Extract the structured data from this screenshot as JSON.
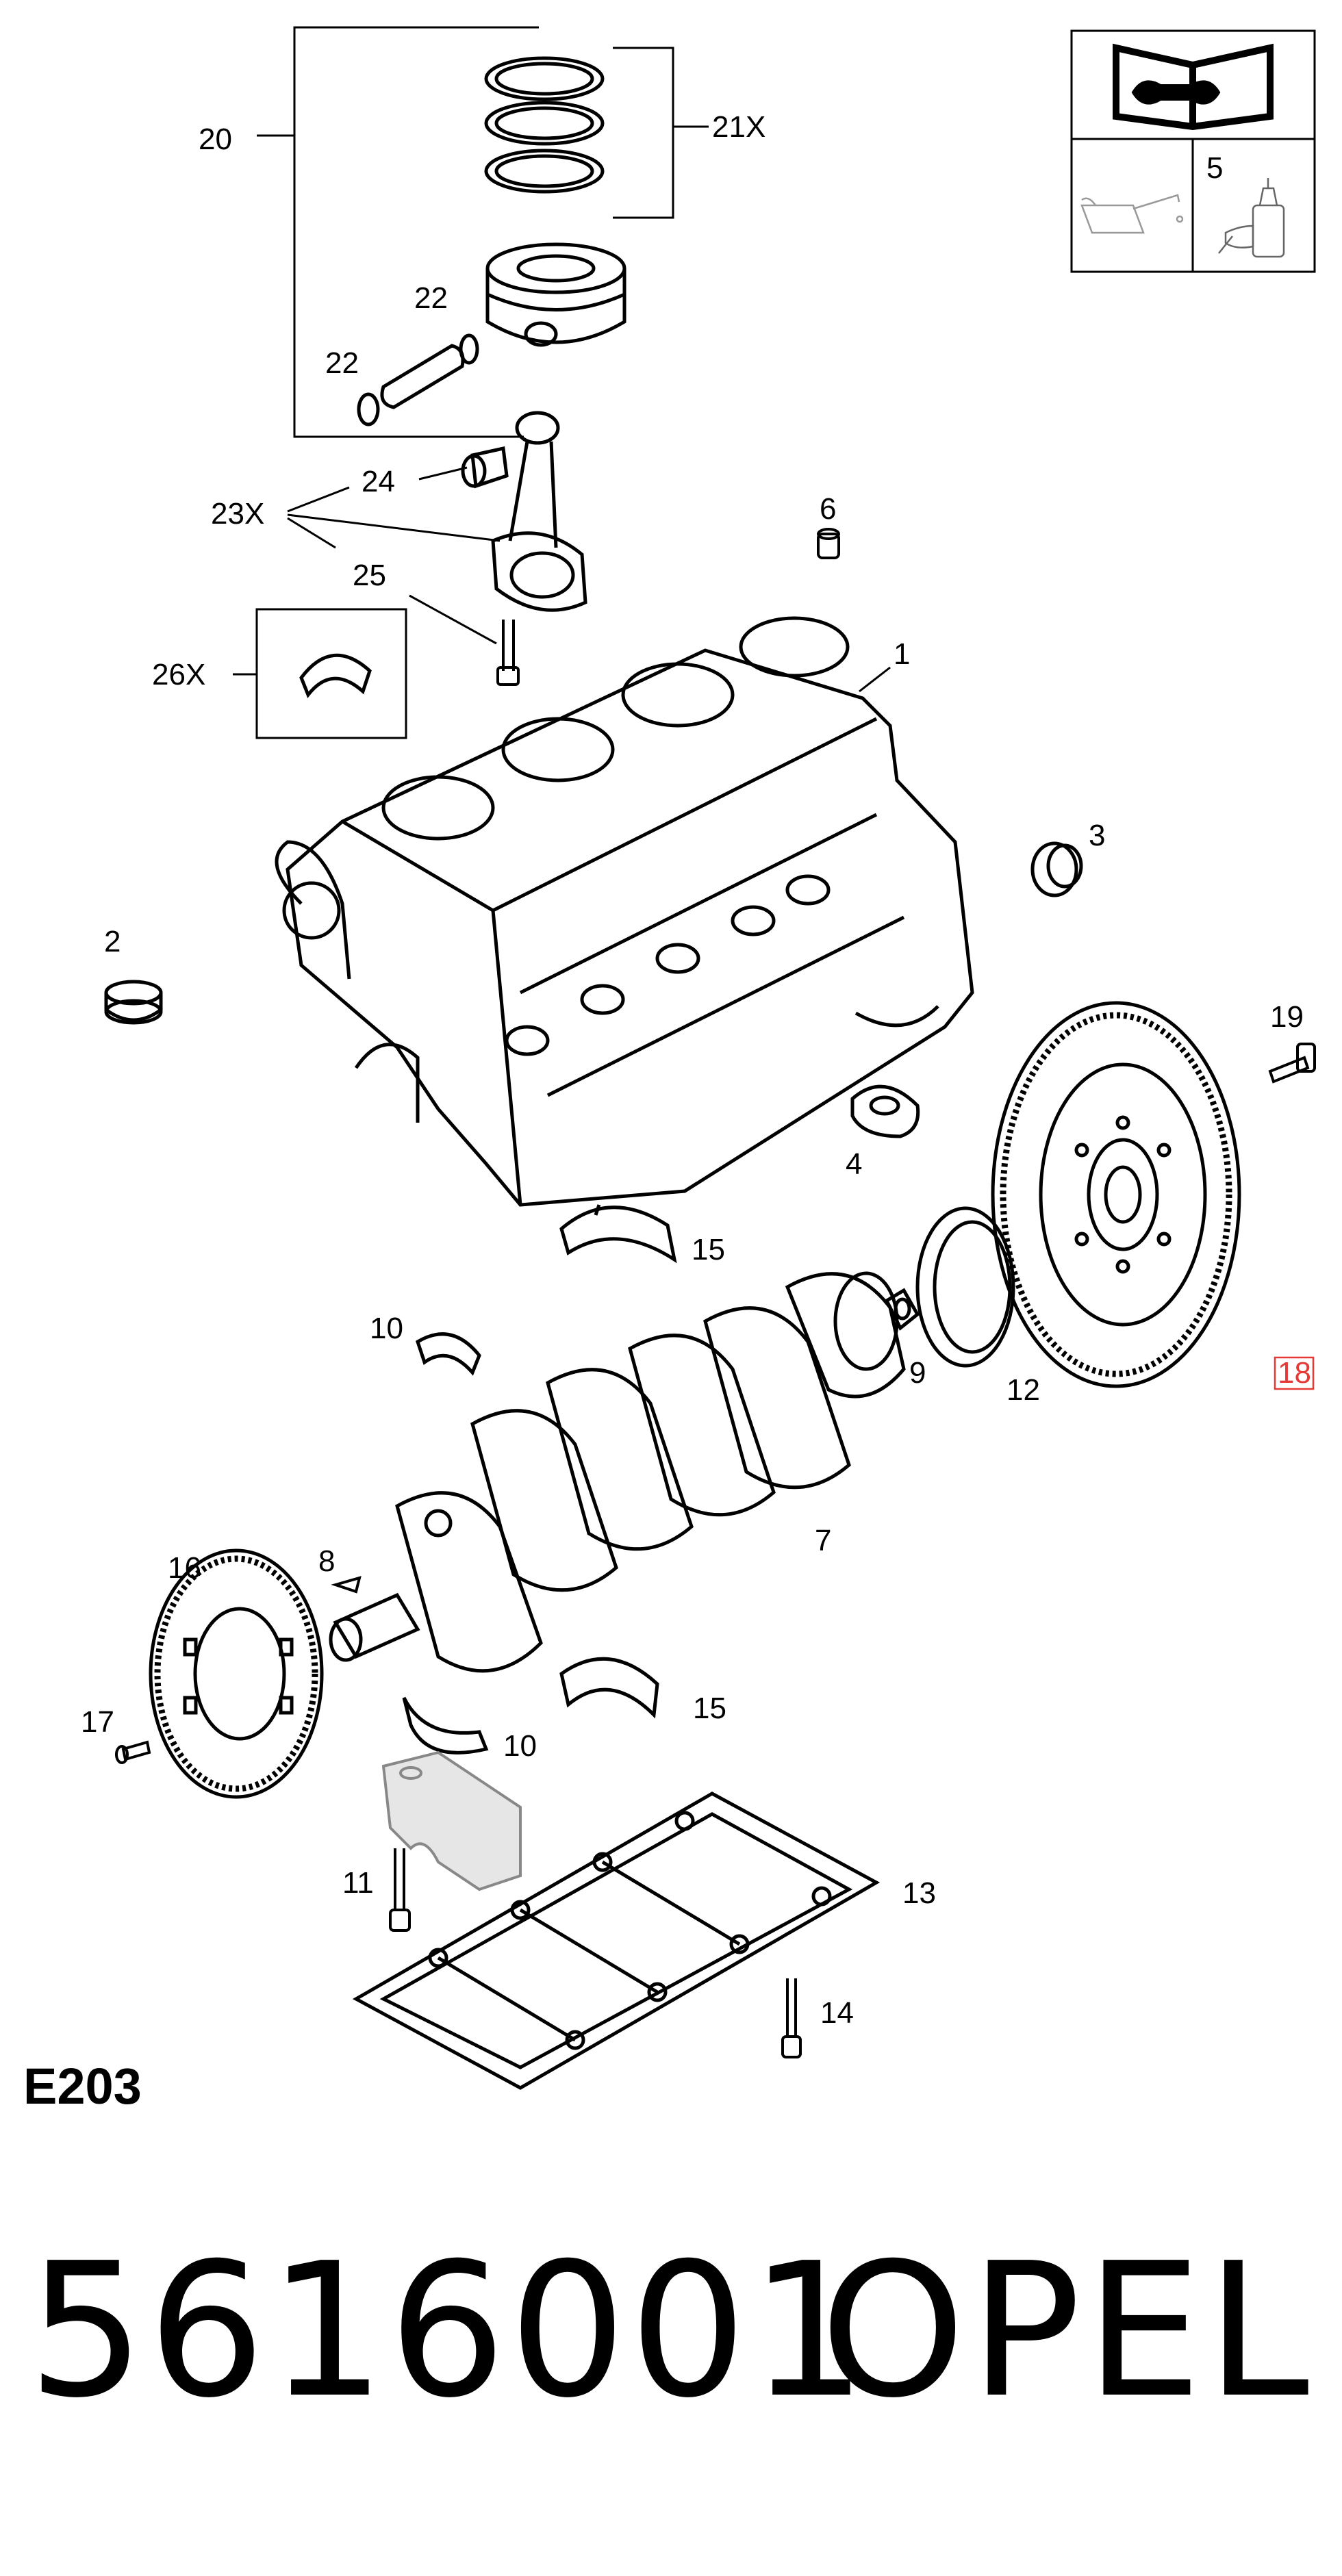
{
  "diagram": {
    "code": "E203",
    "part_number": "5616001",
    "brand": "OPEL",
    "highlighted_callout": "18",
    "legend": {
      "manual_icon": "wrench-book-icon",
      "oil_can_icon": "oil-can-icon",
      "sealant_icon": "sealant-tube-icon",
      "sealant_number": "5"
    },
    "callouts": {
      "c1": "1",
      "c2": "2",
      "c3": "3",
      "c4": "4",
      "c6": "6",
      "c7": "7",
      "c8": "8",
      "c9": "9",
      "c10a": "10",
      "c10b": "10",
      "c11": "11",
      "c12": "12",
      "c13": "13",
      "c14": "14",
      "c15a": "15",
      "c15b": "15",
      "c16": "16",
      "c17": "17",
      "c18": "18",
      "c19": "19",
      "c20": "20",
      "c21x": "21X",
      "c22a": "22",
      "c22b": "22",
      "c23x": "23X",
      "c24": "24",
      "c25": "25",
      "c26x": "26X"
    }
  }
}
